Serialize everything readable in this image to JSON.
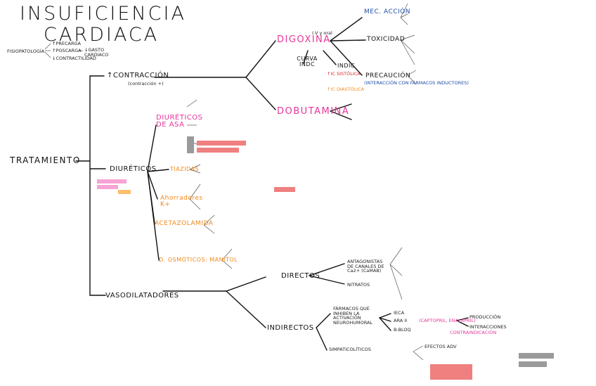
{
  "title": {
    "line1": "INSUFICIENCIA",
    "line2": "CARDIACA"
  },
  "fisiopatologia": {
    "label": "FISIOPATOLOGÍA",
    "items": [
      "↑PRECARGA",
      "↑POSCARGA",
      "↓CONTRACTILIDAD"
    ],
    "result": "↓GASTO CARDIACO"
  },
  "tratamiento": "TRATAMIENTO",
  "contraccion": {
    "label": "↑CONTRACCIÓN",
    "note": "(contracción +)",
    "digoxina": "DIGOXINA",
    "digoxina_note": "I.V y oral",
    "dobutamina": "DOBUTAMINA",
    "mec_accion": "MEC. ACCIÓN",
    "toxicidad": "TOXICIDAD",
    "precaucion": "PRECAUCIÓN",
    "precaucion_note": "(INTERACCIÓN CON FÁRMACOS INDUCTORES)",
    "curva_indc": "CURVA INDC",
    "indic": "INDIC",
    "ic_leve": "↑IC SISTÓLICA",
    "ic_leve2": "↑IC DIASTÓLICA"
  },
  "diureticos": {
    "label": "DIURÉTICOS",
    "asa": "DIURÉTICOS DE ASA",
    "tiazidas": "TIAZIDAS",
    "ahorradores": "Ahorradores K+",
    "acetazolamida": "ACETAZOLAMIDA",
    "osmoticos": "D. OSMÓTICOS: MANITOL"
  },
  "vasodilatadores": {
    "label": "VASODILATADORES",
    "directos": "DIRECTOS",
    "directos_a": "ANTAGONISTAS DE CANALES DE Ca2+ (CaMAB)",
    "directos_b": "NITRATOS",
    "indirectos": "INDIRECTOS",
    "indirectos_a": "FÁRMACOS QUE INHIBEN LA ACTIVACIÓN NEUROHUMORAL",
    "indirectos_b": "SIMPATICOLÍTICOS",
    "ieca": "IECA",
    "ieca_examples": "(CAPTOPRIL, ENALAPRIL)",
    "ara2": "ARA II",
    "beta_bloq": "B-BLOQ",
    "efectos_adv": "EFECTOS ADV",
    "interacciones": "INTERACCIONES",
    "produccion": "PRODUCCIÓN",
    "contraindicacion": "CONTRAINDICACIÓN"
  },
  "colors": {
    "ink": "#111111",
    "pink": "#e7369b",
    "orange": "#f08a1c",
    "blue": "#1f4fa8",
    "green": "#1c8a5a",
    "red": "#d62a2a"
  }
}
